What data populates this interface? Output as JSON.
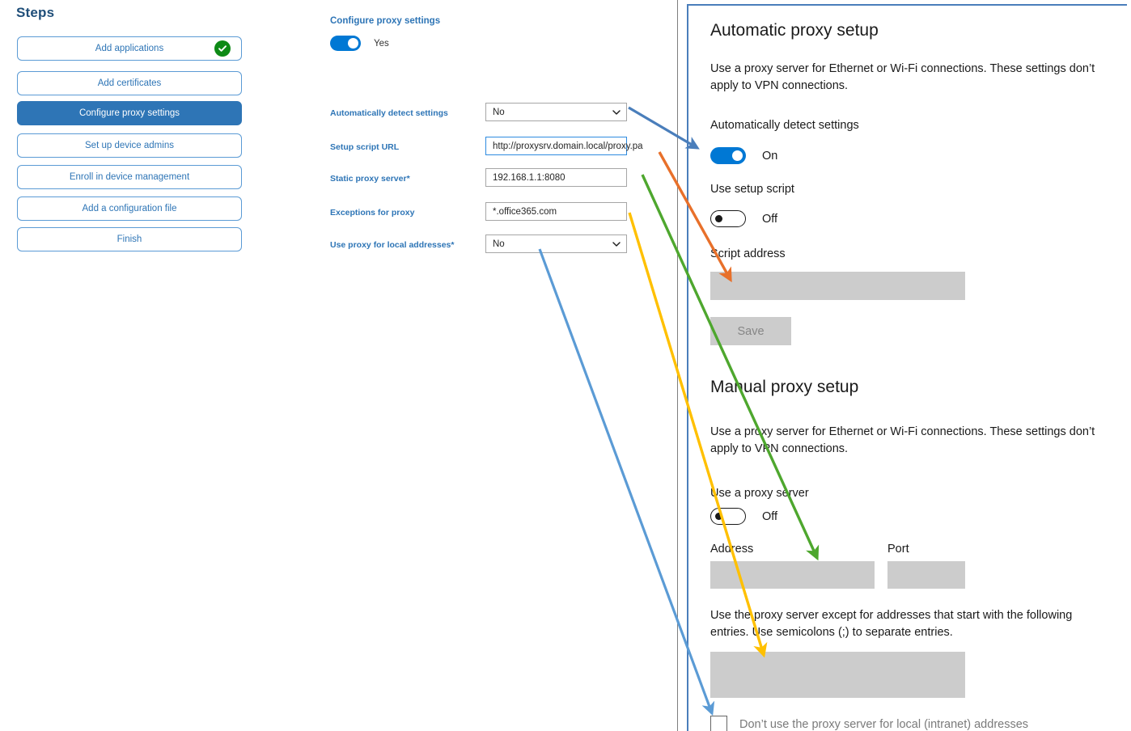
{
  "steps_panel": {
    "title": "Steps",
    "items": [
      {
        "label": "Add applications",
        "state": "complete"
      },
      {
        "label": "Add certificates",
        "state": "default"
      },
      {
        "label": "Configure proxy settings",
        "state": "active"
      },
      {
        "label": "Set up device admins",
        "state": "default"
      },
      {
        "label": "Enroll in device management",
        "state": "default"
      },
      {
        "label": "Add a configuration file",
        "state": "default"
      },
      {
        "label": "Finish",
        "state": "default"
      }
    ]
  },
  "form_panel": {
    "heading": "Configure proxy settings",
    "master_toggle": {
      "value": "Yes",
      "state": "on"
    },
    "fields": [
      {
        "label": "Automatically detect settings",
        "required": false,
        "type": "select",
        "value": "No"
      },
      {
        "label": "Setup script URL",
        "required": false,
        "type": "text",
        "value": "http://proxysrv.domain.local/proxy.pa",
        "focused": true
      },
      {
        "label": "Static proxy server",
        "required": true,
        "type": "text",
        "value": "192.168.1.1:8080",
        "focused": false
      },
      {
        "label": "Exceptions for proxy",
        "required": false,
        "type": "text",
        "value": "*.office365.com",
        "focused": false
      },
      {
        "label": "Use proxy for local addresses",
        "required": true,
        "type": "select",
        "value": "No"
      }
    ],
    "required_marker": "*"
  },
  "windows_panel": {
    "automatic": {
      "heading": "Automatic proxy setup",
      "description": "Use a proxy server for Ethernet or Wi-Fi connections. These settings don’t apply to VPN connections.",
      "auto_detect_label": "Automatically detect settings",
      "auto_detect_state": "On",
      "use_script_label": "Use setup script",
      "use_script_state": "Off",
      "script_address_label": "Script address",
      "script_address_value": "",
      "save_label": "Save"
    },
    "manual": {
      "heading": "Manual proxy setup",
      "description": "Use a proxy server for Ethernet or Wi-Fi connections. These settings don’t apply to VPN connections.",
      "use_proxy_label": "Use a proxy server",
      "use_proxy_state": "Off",
      "address_label": "Address",
      "address_value": "",
      "port_label": "Port",
      "port_value": "",
      "exceptions_description": "Use the proxy server except for addresses that start with the following entries. Use semicolons (;) to separate entries.",
      "exceptions_value": "",
      "bypass_local_label": "Don’t use the proxy server for local (intranet) addresses",
      "bypass_local_checked": false
    }
  },
  "annotations": {
    "arrows": [
      {
        "name": "arrow-auto-detect",
        "color": "#4A7EBB",
        "from_field": "Automatically detect settings",
        "to_target": "Automatically detect settings toggle"
      },
      {
        "name": "arrow-setup-script-url",
        "color": "#E8702A",
        "from_field": "Setup script URL",
        "to_target": "Script address"
      },
      {
        "name": "arrow-static-proxy-server",
        "color": "#4EA72E",
        "from_field": "Static proxy server",
        "to_target": "Address"
      },
      {
        "name": "arrow-exceptions-for-proxy",
        "color": "#FFC000",
        "from_field": "Exceptions for proxy",
        "to_target": "Exceptions entries box"
      },
      {
        "name": "arrow-use-proxy-local",
        "color": "#5B9BD5",
        "from_field": "Use proxy for local addresses",
        "to_target": "Don’t use the proxy server for local (intranet) addresses"
      }
    ]
  },
  "colors": {
    "accent_blue": "#2E75B6",
    "active_blue": "#2E75B6",
    "win_toggle_blue": "#0078D4",
    "complete_green": "#0E8A16",
    "panel_border": "#4A7EBB",
    "field_gray": "#CCCCCC"
  }
}
